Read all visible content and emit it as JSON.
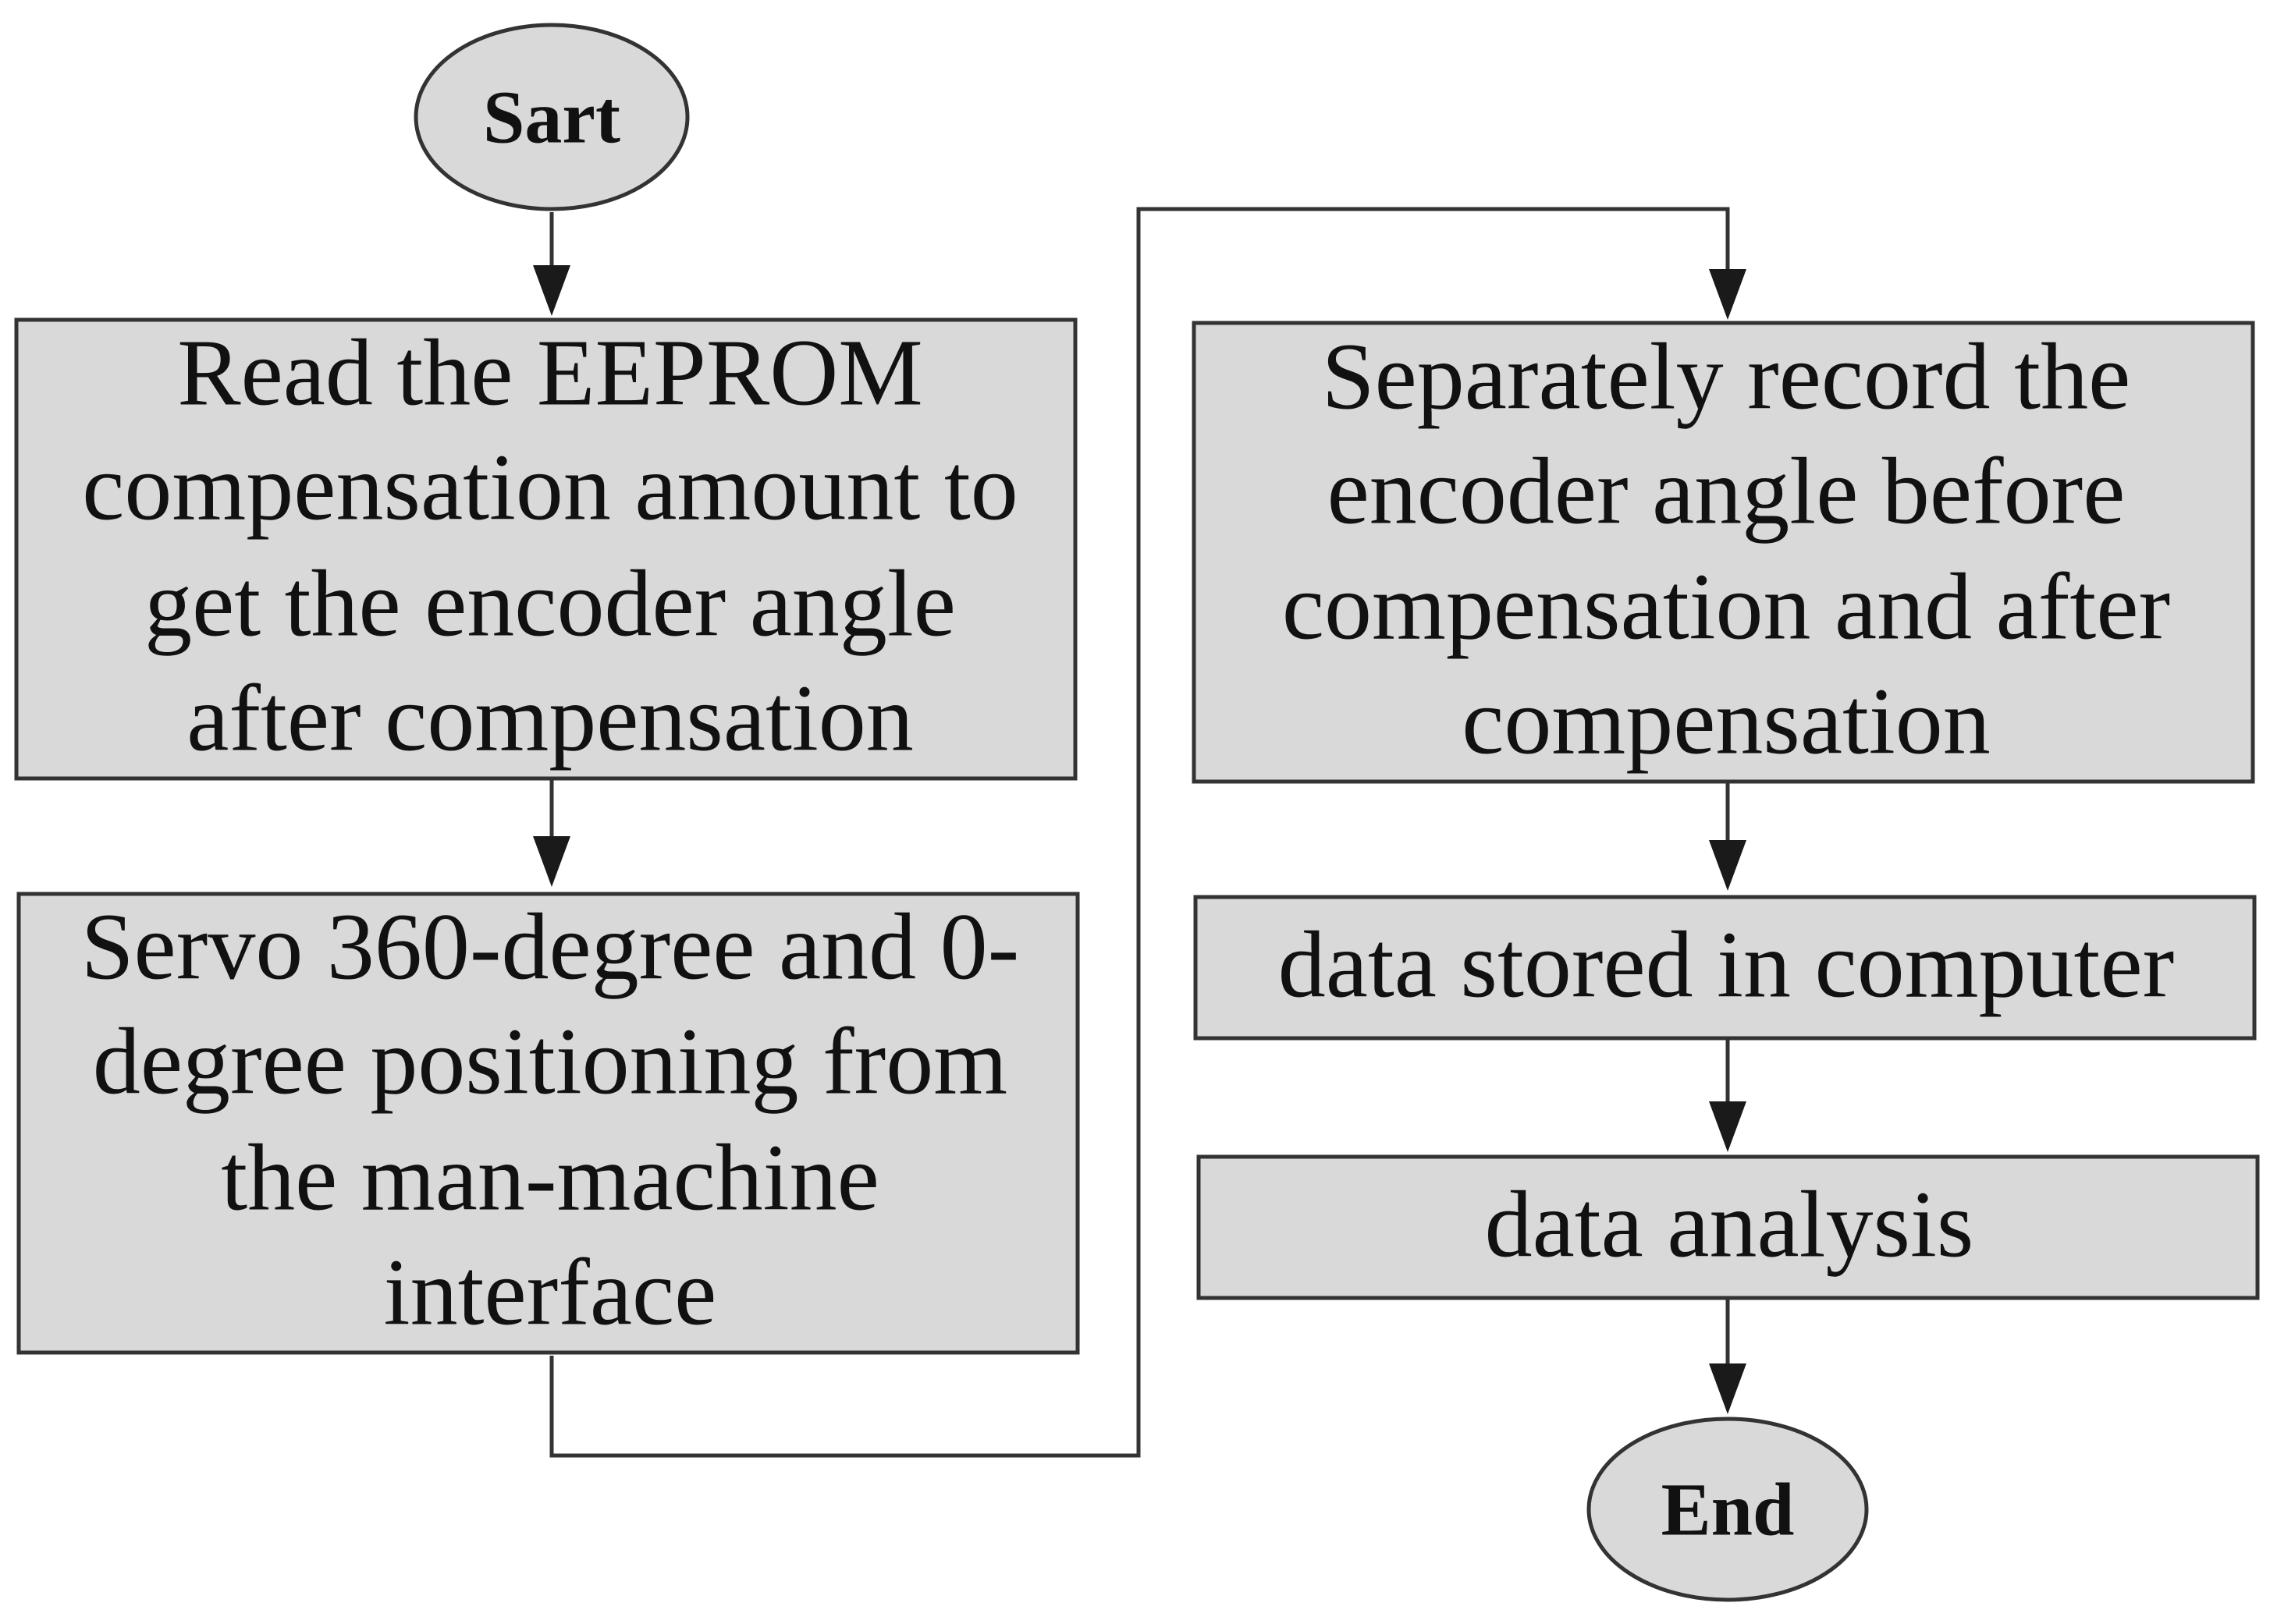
{
  "flowchart": {
    "start": {
      "label": "Sart"
    },
    "step_read_eeprom": {
      "lines": [
        "Read the EEPROM",
        "compensation amount to",
        "get the encoder angle",
        "after compensation"
      ]
    },
    "step_servo_positioning": {
      "lines": [
        "Servo 360-degree and 0-",
        "degree positioning from",
        "the man-machine",
        "interface"
      ]
    },
    "step_record_angle": {
      "lines": [
        "Separately record the",
        "encoder angle before",
        "compensation and after",
        "compensation"
      ]
    },
    "step_store_data": {
      "label": "data stored in computer"
    },
    "step_analysis": {
      "label": "data analysis"
    },
    "end": {
      "label": "End"
    }
  },
  "colors": {
    "box_fill": "#d9d9d9",
    "stroke": "#333333",
    "text": "#111111"
  }
}
